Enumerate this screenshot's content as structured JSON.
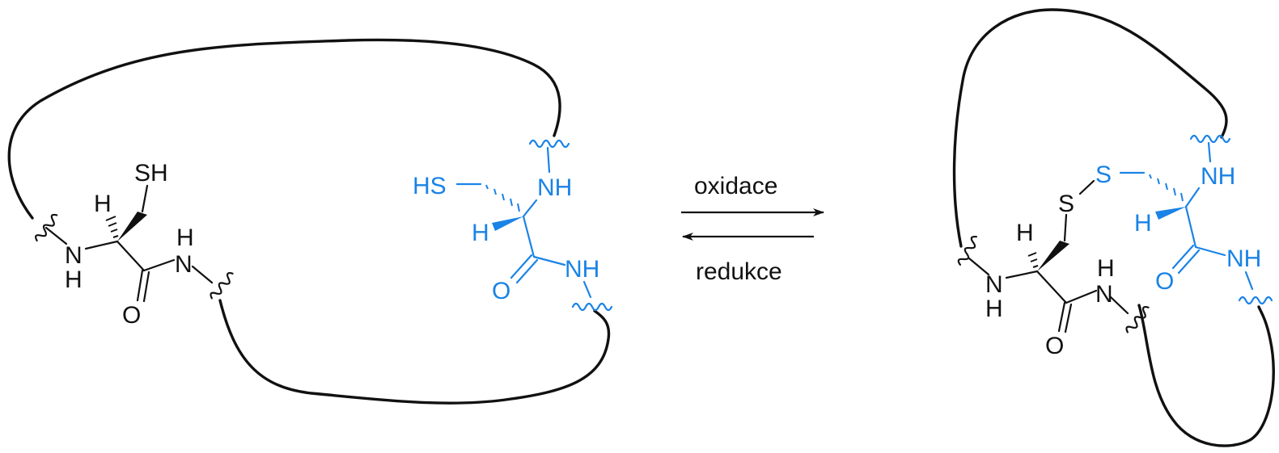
{
  "colors": {
    "reduced": "#111111",
    "cysteine_highlight": "#1a83e6",
    "background": "#ffffff"
  },
  "left_structure": {
    "cys1": {
      "thiol": "SH",
      "alpha_h": "H",
      "amine_n": "N",
      "amine_h": "H",
      "carbonyl_o": "O",
      "amide_n": "N",
      "amide_h": "H"
    },
    "cys2": {
      "thiol": "HS",
      "amine": "NH",
      "alpha_h": "H",
      "carbonyl_o": "O",
      "amide": "NH"
    }
  },
  "reaction": {
    "forward_label": "oxidace",
    "reverse_label": "redukce"
  },
  "right_structure": {
    "cys1": {
      "sulfur": "S",
      "alpha_h": "H",
      "amine_n": "N",
      "amine_h": "H",
      "carbonyl_o": "O",
      "amide_n": "N",
      "amide_h": "H"
    },
    "cys2": {
      "sulfur": "S",
      "amine": "NH",
      "alpha_h": "H",
      "carbonyl_o": "O",
      "amide": "NH"
    }
  }
}
